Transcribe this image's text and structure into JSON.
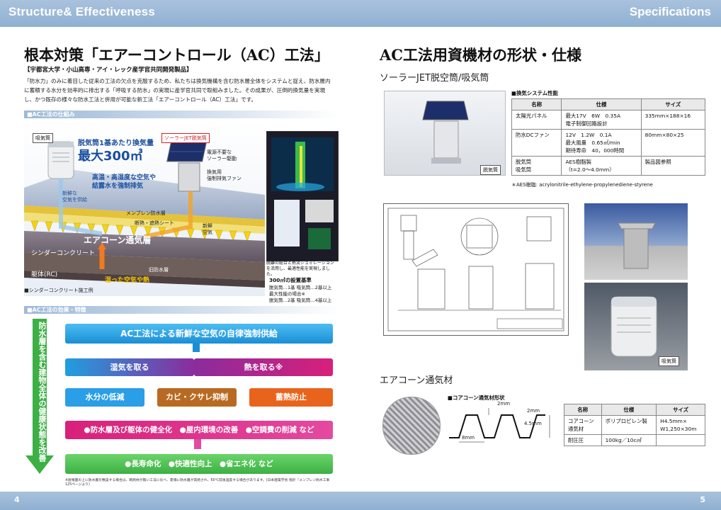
{
  "header": {
    "left_title": "Structure& Effectiveness",
    "right_title": "Specifications"
  },
  "footer": {
    "page_left": "4",
    "page_right": "5"
  },
  "left": {
    "title": "根本対策「エアーコントロール（AC）工法」",
    "subtitle": "【宇都宮大学・小山高専・アイ・レック産学官共同開発製品】",
    "paragraph": "「防水力」のみに着目した従来の工法の欠点を克服するため、私たちは換気機構を含む防水層全体をシステムと捉え、防水層内に蓄積する水分を効率的に排出する「呼吸する防水」の実現に産学官共同で取組みました。その成果が、圧倒的換気量を実現し、かつ既存の様々な防水工法と併用が可能な新工法「エアーコントロール（AC）工法」です。",
    "sec1": "■AC工法の仕組み",
    "diagram": {
      "exhaust": "吸気筒",
      "solar_jet": "ソーラーJET脱気筒",
      "headline1": "脱気筒1基あたり換気量",
      "headline2": "最大300㎥",
      "hot_air": "高温・高湿度な空気や",
      "hot_air2": "結露水を強制排気",
      "no_power": "電源不要な",
      "no_power2": "ソーラー駆動",
      "fan1": "換気用",
      "fan2": "強制排気ファン",
      "fresh1": "新鮮な",
      "fresh2": "空気を供給",
      "new_air1": "新鮮",
      "new_air2": "空気",
      "membrane": "メンブレン防水層",
      "insulation": "断熱・遮熱シート",
      "aircone": "エアコーン通気層",
      "cinder": "シンダーコンクリート",
      "body": "躯体(RC)",
      "old": "旧防水層",
      "warm": "湿った空気や熱",
      "example": "■シンダーコンクリート施工例"
    },
    "sim_caption": "脱離の総合と熱流シュミレーションを活用し、最適性能を実現しました。",
    "standard": {
      "title": "300㎡の設置基準",
      "l1": "脱気筒…1基 吸気筒…2基以上",
      "l2": "最大性能の場合※",
      "l3": "脱気筒…2基 吸気筒…4基以上"
    },
    "sec2": "■AC工法の効果・特徴",
    "side_text": "防水層を含む建物全体の健康状態を改善",
    "flow": {
      "top": "AC工法による新鮮な空気の自律強制供給",
      "humidity": "湿気を取る",
      "heat": "熱を取る※",
      "water": "水分の低減",
      "mold": "カビ・クサレ抑制",
      "heat_prev": "蓄熱防止",
      "benefits": "●防水層及び躯体の健全化　●屋内環境の改善　●空調費の削減 など",
      "final": "●長寿命化　●快適性向上　●省エネ化 など"
    },
    "footnote": "※屋根面の上に防水層を敷設する場合は、断熱材が無い工法に比べ、夏場に防水層が高熱され、60℃前後温度する場合があります。(日本建築学会 指針『メンブレン防水工事 125ページより)"
  },
  "right": {
    "title": "AC工法用資機材の形状・仕様",
    "h_solar": "ソーラーJET脱空筒/吸気筒",
    "photo1_label": "脱気筒",
    "table_title": "■換気システム性能",
    "table_headers": [
      "名称",
      "仕様",
      "サイズ"
    ],
    "table_rows": [
      {
        "name": "太陽光パネル",
        "spec1": "最大17V　6W　0.35A",
        "spec2": "電子制御回路設計",
        "spec3": "",
        "size": "335mm×188×16"
      },
      {
        "name": "防水DCファン",
        "spec1": "12V　1.2W　0.1A",
        "spec2": "最大風量　0.65㎥/min",
        "spec3": "期待寿命　40，000時間",
        "size": "80mm×80×25"
      },
      {
        "name": "脱気筒",
        "name2": "吸気筒",
        "spec1": "AES樹脂製",
        "spec2": "（t=2.0〜4.0mm）",
        "spec3": "",
        "size": "製品図参照"
      }
    ],
    "aes_note": "＊AES樹脂: acrylonitrile-ethylene-propylenediene-styrene",
    "photo3_label": "吸気筒",
    "h_aircone": "エアコーン通気材",
    "aircone_title": "■コアコーン通気材形状",
    "dim1": "2mm",
    "dim2": "8mm",
    "dim3": "4.5mm",
    "dim4": "2mm",
    "table2_headers": [
      "名称",
      "仕様",
      "サイズ"
    ],
    "table2_rows": [
      {
        "name": "コアコーン",
        "name2": "通気材",
        "spec": "ポリプロピレン製",
        "size": "H4.5mm×",
        "size2": "W1,250×30m"
      },
      {
        "name": "耐圧圧",
        "name2": "",
        "spec": "100kg／10c㎡",
        "size": "",
        "size2": ""
      }
    ]
  },
  "colors": {
    "accent_blue": "#8fb0d2",
    "flow_cyan": "#1f9fe0",
    "flow_purple": "#8a2c9c",
    "flow_magenta": "#d8207a",
    "flow_green": "#44b848",
    "flow_orange": "#e8641c",
    "flow_brown": "#b86a22",
    "arrow_green": "#3cb044"
  }
}
